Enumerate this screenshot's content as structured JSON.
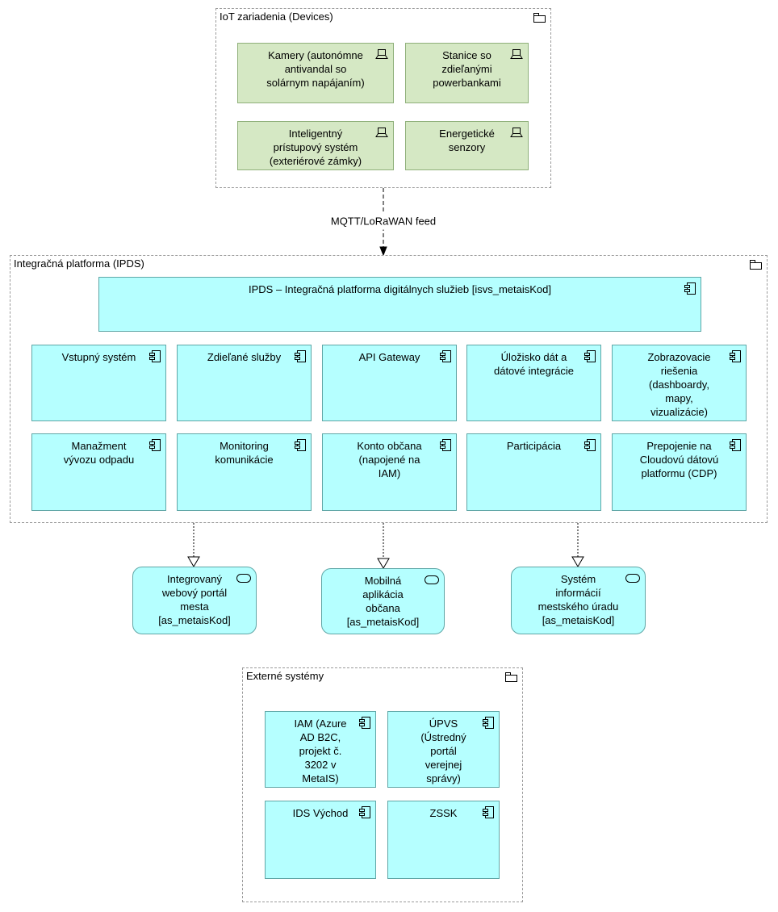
{
  "colors": {
    "device_fill": "#d5e8c4",
    "device_border": "#8fb07a",
    "app_fill": "#b5ffff",
    "app_border": "#5fa6a6",
    "group_border": "#9b9b9b",
    "line": "#000000"
  },
  "iot_group": {
    "title": "IoT zariadenia (Devices)",
    "icon": "folder-icon",
    "devices": [
      {
        "label": "Kamery (autonómne\nantivandal so\nsolárnym napájaním)",
        "icon": "device-icon"
      },
      {
        "label": "Stanice so\nzdieľanými\npowerbankami",
        "icon": "device-icon"
      },
      {
        "label": "Inteligentný\nprístupový systém\n(exteriérové zámky)",
        "icon": "device-icon"
      },
      {
        "label": "Energetické\nsenzory",
        "icon": "device-icon"
      }
    ]
  },
  "flow": {
    "label": "MQTT/LoRaWAN feed"
  },
  "ipds_group": {
    "title": "Integračná platforma (IPDS)",
    "icon": "folder-icon",
    "platform": {
      "label": "IPDS – Integračná platforma digitálnych služieb [isvs_metaisKod]",
      "icon": "component-icon"
    },
    "components": [
      {
        "label": "Vstupný systém",
        "icon": "component-icon"
      },
      {
        "label": "Zdieľané služby",
        "icon": "component-icon"
      },
      {
        "label": "API Gateway",
        "icon": "component-icon"
      },
      {
        "label": "Úložisko dát a\ndátové integrácie",
        "icon": "component-icon"
      },
      {
        "label": "Zobrazovacie\nriešenia\n(dashboardy,\nmapy,\nvizualizácie)",
        "icon": "component-icon"
      },
      {
        "label": "Manažment\nvývozu odpadu",
        "icon": "component-icon"
      },
      {
        "label": "Monitoring\nkomunikácie",
        "icon": "component-icon"
      },
      {
        "label": "Konto občana\n(napojené na\nIAM)",
        "icon": "component-icon"
      },
      {
        "label": "Participácia",
        "icon": "component-icon"
      },
      {
        "label": "Prepojenie na\nCloudovú dátovú\nplatformu (CDP)",
        "icon": "component-icon"
      }
    ]
  },
  "services": [
    {
      "label": "Integrovaný\nwebový portál\nmesta\n[as_metaisKod]",
      "icon": "service-icon"
    },
    {
      "label": "Mobilná\naplikácia\nobčana\n[as_metaisKod]",
      "icon": "service-icon"
    },
    {
      "label": "Systém\ninformácií\nmestského úradu\n[as_metaisKod]",
      "icon": "service-icon"
    }
  ],
  "external_group": {
    "title": "Externé systémy",
    "icon": "folder-icon",
    "components": [
      {
        "label": "IAM (Azure\nAD B2C,\nprojekt č.\n3202 v\nMetaIS)",
        "icon": "component-icon"
      },
      {
        "label": "ÚPVS\n(Ústredný\nportál\nverejnej\nsprávy)",
        "icon": "component-icon"
      },
      {
        "label": "IDS Východ",
        "icon": "component-icon"
      },
      {
        "label": "ZSSK",
        "icon": "component-icon"
      }
    ]
  }
}
